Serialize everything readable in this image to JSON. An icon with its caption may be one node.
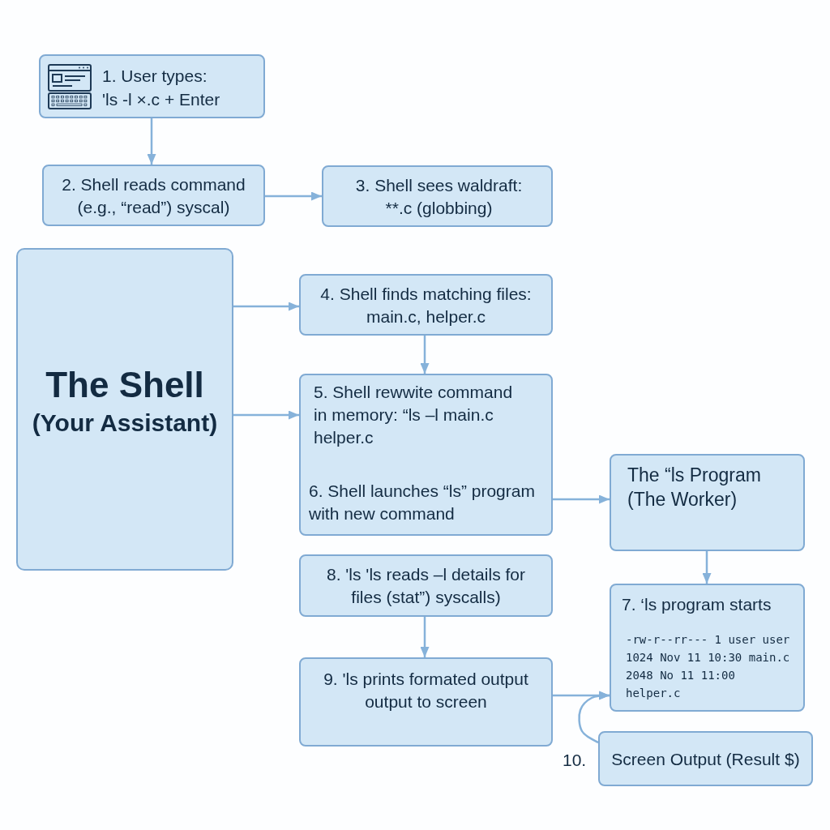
{
  "diagram": {
    "nodes": [
      {
        "text": [
          "1. User types:",
          "'ls -l ×.c + Enter"
        ]
      },
      {
        "text": [
          "2. Shell reads command (e.g., “read”) syscal)"
        ]
      },
      {
        "text": [
          "3. Shell sees waldraft: **.c (globbing)"
        ]
      },
      {
        "text": [
          "The Shell",
          "(Your Assistant)"
        ]
      },
      {
        "text": [
          "4. Shell finds matching files: main.c, helper.c"
        ]
      },
      {
        "text": [
          "5. Shell rewwite command in memory: “ls –l main.c helper.c",
          "6. Shell launches “ls” program with new command"
        ]
      },
      {
        "text": [
          "The “ls Program (The Worker)"
        ]
      },
      {
        "text": [
          "8. 'ls 'ls reads –l details for files (stat”) syscalls)"
        ]
      },
      {
        "text": [
          "7. ‘ls program starts",
          "-rw-r--rr--- 1 user user 1024 Nov 11 10:30 main.c 2048 No 11 11:00 helper.c"
        ]
      },
      {
        "text": [
          "9. 'ls prints formated output output to screen"
        ]
      },
      {
        "text": [
          "Screen Output (Result $)"
        ],
        "beside": [
          "10."
        ]
      }
    ],
    "edges": [
      {
        "from": 0,
        "to": 1,
        "arrow": "to"
      },
      {
        "from": 1,
        "to": 2,
        "arrow": "to"
      },
      {
        "from": 3,
        "to": 4,
        "arrow": "to"
      },
      {
        "from": 3,
        "to": 5,
        "arrow": "to"
      },
      {
        "from": 4,
        "to": 5,
        "arrow": "to"
      },
      {
        "from": 5,
        "to": 6,
        "arrow": "to"
      },
      {
        "from": 6,
        "to": 8,
        "arrow": "to"
      },
      {
        "from": 7,
        "to": 9,
        "arrow": "to"
      },
      {
        "from": 9,
        "to": 8,
        "arrow": "to"
      },
      {
        "from": 10,
        "to": 8,
        "arrow": "to"
      }
    ]
  }
}
